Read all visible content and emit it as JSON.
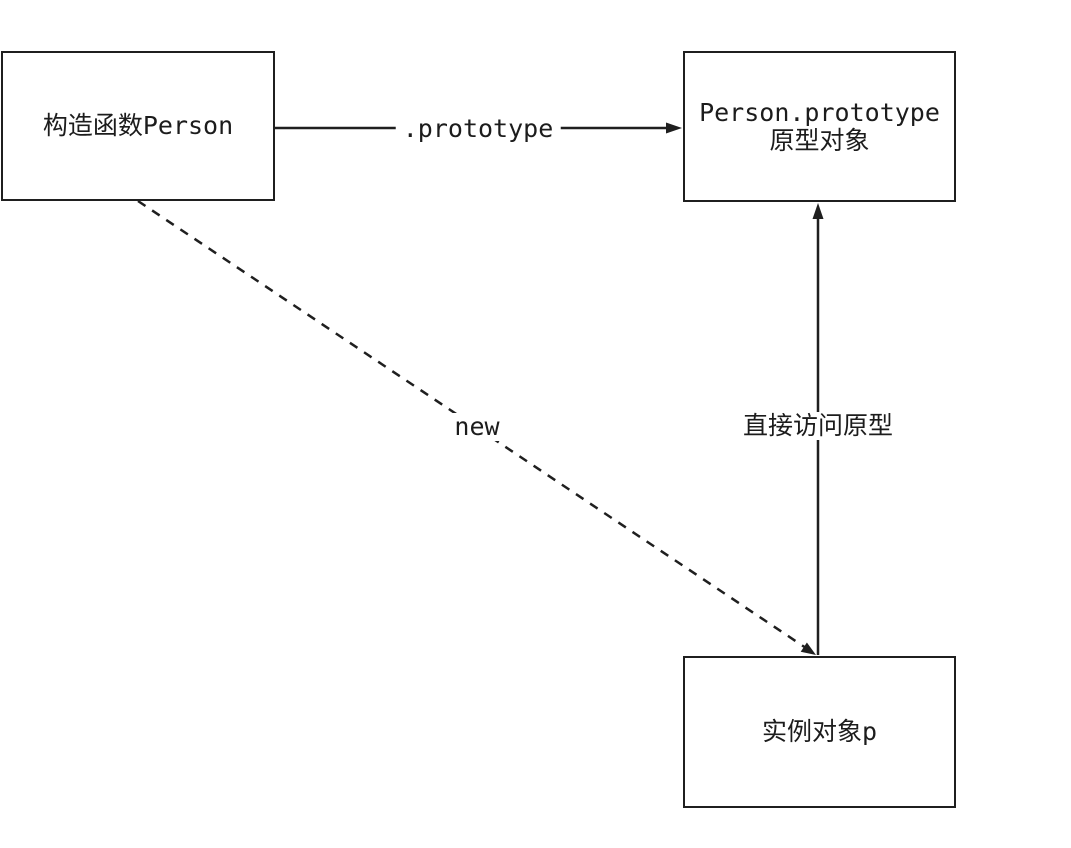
{
  "diagram": {
    "colors": {
      "background": "#ffffff",
      "line": "#1f1f1f",
      "text": "#1c1c1c"
    },
    "nodes": {
      "constructor": {
        "label": "构造函数Person"
      },
      "prototype": {
        "lines": [
          "Person.prototype",
          "原型对象"
        ]
      },
      "instance": {
        "label": "实例对象p"
      }
    },
    "edges": {
      "prototype_edge": {
        "label": ".prototype",
        "style": "solid",
        "direction": "constructor → prototype"
      },
      "new_edge": {
        "label": "new",
        "style": "dashed",
        "direction": "constructor → instance"
      },
      "direct_edge": {
        "label": "直接访问原型",
        "style": "solid",
        "direction": "instance → prototype"
      }
    }
  }
}
